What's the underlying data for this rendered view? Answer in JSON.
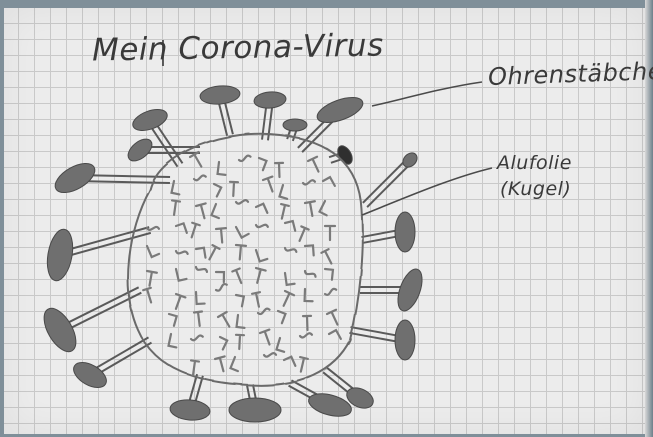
{
  "title": "Mein Corona-Virus",
  "labels": {
    "ohrenstaebchen": "Ohrenstäbche",
    "alufolie": "Alufolie",
    "kugel": "(Kugel)"
  },
  "colors": {
    "paper": "#ececec",
    "grid": "#c9c9c9",
    "ink": "#3a3a3a",
    "marker": "#6f6f6f",
    "background": "#7f8f99"
  }
}
